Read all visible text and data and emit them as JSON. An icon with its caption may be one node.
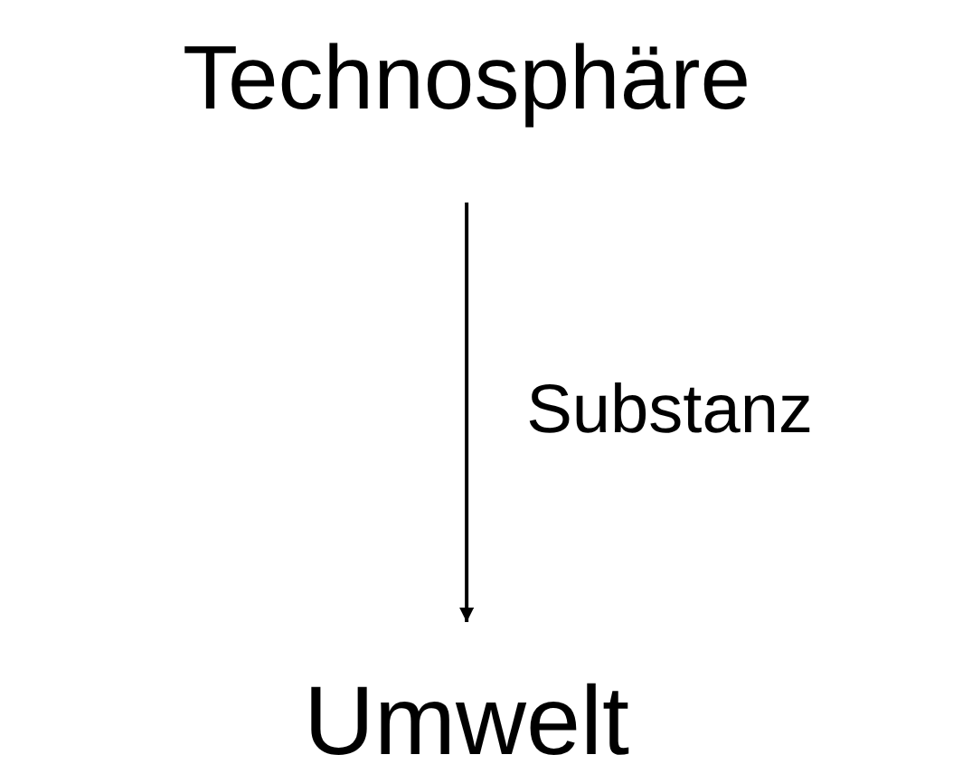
{
  "diagram": {
    "nodes": [
      {
        "text": [
          "Technosphäre"
        ]
      },
      {
        "text": [
          "Umwelt"
        ]
      }
    ],
    "edges": [
      {
        "from": 0,
        "to": 1,
        "arrow": "to",
        "label": "Substanz"
      }
    ]
  }
}
